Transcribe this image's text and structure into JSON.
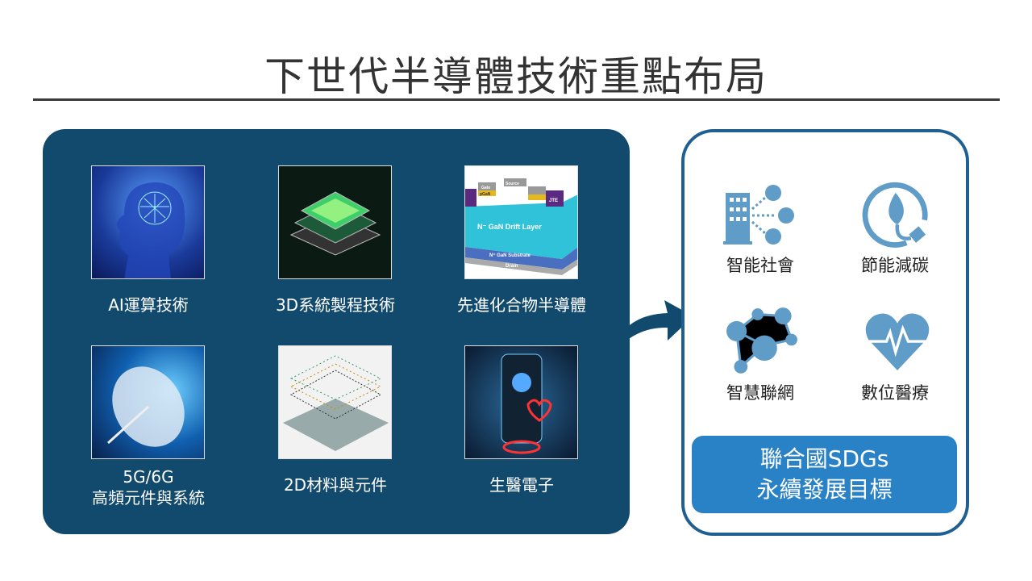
{
  "title": "下世代半導體技術重點布局",
  "technologies": [
    {
      "label": "AI運算技術",
      "icon": "ai-brain-image"
    },
    {
      "label": "3D系統製程技術",
      "icon": "3d-chip-image"
    },
    {
      "label": "先進化合物半導體",
      "icon": "gan-device-image"
    },
    {
      "label_line1": "5G/6G",
      "label_line2": "高頻元件與系統",
      "icon": "satellite-dish-image"
    },
    {
      "label": "2D材料與元件",
      "icon": "2d-material-image"
    },
    {
      "label": "生醫電子",
      "icon": "bio-electronics-image"
    }
  ],
  "gan_diagram": {
    "drift": "N⁻ GaN Drift Layer",
    "substrate": "N⁺ GaN Substrate",
    "drain": "Drain",
    "gate": "Gate",
    "source": "Source",
    "pgan": "pGaN",
    "jte": "JTE"
  },
  "applications": [
    {
      "label": "智能社會",
      "icon": "smart-city-icon"
    },
    {
      "label": "節能減碳",
      "icon": "eco-energy-icon"
    },
    {
      "label": "智慧聯網",
      "icon": "network-icon"
    },
    {
      "label": "數位醫療",
      "icon": "heart-pulse-icon"
    }
  ],
  "sdg": {
    "line1": "聯合國SDGs",
    "line2": "永續發展目標"
  },
  "colors": {
    "panel": "#124a6e",
    "accent": "#2a82c6",
    "icon": "#5f9cc7",
    "border": "#1f5f92"
  }
}
